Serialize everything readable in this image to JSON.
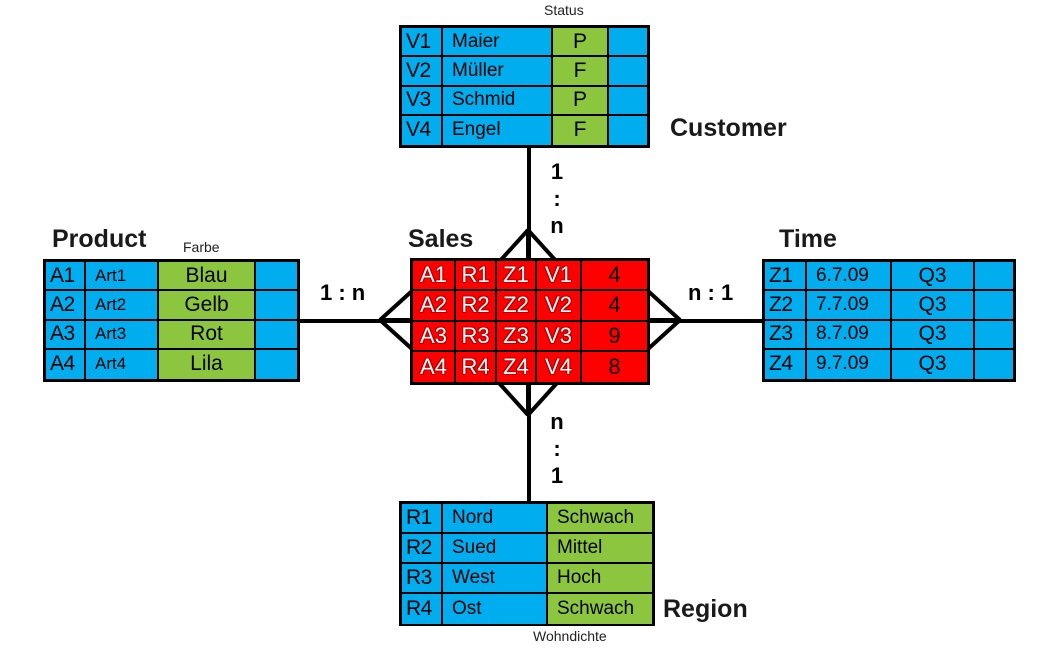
{
  "diagram": {
    "title_hidden": "Star schema: Sales fact table with Product, Customer, Time and Region dimensions",
    "colors": {
      "dimension_fill": "#00ADEE",
      "attribute_fill": "#8CC63E",
      "fact_fill": "#FF0000",
      "border": "#000000",
      "background": "#FFFFFF"
    }
  },
  "entities": {
    "customer": {
      "label": "Customer",
      "caption": "Status",
      "rows": [
        {
          "key": "V1",
          "name": "Maier",
          "status": "P",
          "extra": ""
        },
        {
          "key": "V2",
          "name": "Müller",
          "status": "F",
          "extra": ""
        },
        {
          "key": "V3",
          "name": "Schmid",
          "status": "P",
          "extra": ""
        },
        {
          "key": "V4",
          "name": "Engel",
          "status": "F",
          "extra": ""
        }
      ]
    },
    "product": {
      "label": "Product",
      "caption": "Farbe",
      "rows": [
        {
          "key": "A1",
          "name": "Art1",
          "farbe": "Blau",
          "extra": ""
        },
        {
          "key": "A2",
          "name": "Art2",
          "farbe": "Gelb",
          "extra": ""
        },
        {
          "key": "A3",
          "name": "Art3",
          "farbe": "Rot",
          "extra": ""
        },
        {
          "key": "A4",
          "name": "Art4",
          "farbe": "Lila",
          "extra": ""
        }
      ]
    },
    "time": {
      "label": "Time",
      "caption": "",
      "rows": [
        {
          "key": "Z1",
          "date": "6.7.09",
          "quarter": "Q3",
          "extra": ""
        },
        {
          "key": "Z2",
          "date": "7.7.09",
          "quarter": "Q3",
          "extra": ""
        },
        {
          "key": "Z3",
          "date": "8.7.09",
          "quarter": "Q3",
          "extra": ""
        },
        {
          "key": "Z4",
          "date": "9.7.09",
          "quarter": "Q3",
          "extra": ""
        }
      ]
    },
    "region": {
      "label": "Region",
      "caption": "Wohndichte",
      "rows": [
        {
          "key": "R1",
          "name": "Nord",
          "wohndichte": "Schwach"
        },
        {
          "key": "R2",
          "name": "Sued",
          "wohndichte": "Mittel"
        },
        {
          "key": "R3",
          "name": "West",
          "wohndichte": "Hoch"
        },
        {
          "key": "R4",
          "name": "Ost",
          "wohndichte": "Schwach"
        }
      ]
    },
    "sales": {
      "label": "Sales",
      "rows": [
        {
          "product": "A1",
          "region": "R1",
          "time": "Z1",
          "customer": "V1",
          "measure": "4"
        },
        {
          "product": "A2",
          "region": "R2",
          "time": "Z2",
          "customer": "V2",
          "measure": "4"
        },
        {
          "product": "A3",
          "region": "R3",
          "time": "Z3",
          "customer": "V3",
          "measure": "9"
        },
        {
          "product": "A4",
          "region": "R4",
          "time": "Z4",
          "customer": "V4",
          "measure": "8"
        }
      ]
    }
  },
  "relationships": {
    "product_sales": {
      "label": "1 : n"
    },
    "sales_time": {
      "label": "n : 1"
    },
    "customer_sales": {
      "line1": "1",
      "line2": ":",
      "line3": "n"
    },
    "sales_region": {
      "line1": "n",
      "line2": ":",
      "line3": "1"
    }
  }
}
